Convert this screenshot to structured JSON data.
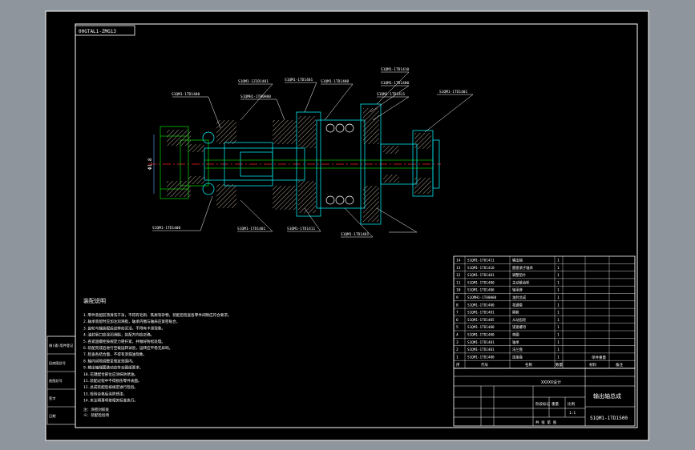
{
  "colors": {
    "viewport_bg": "#8f959c",
    "sheet_bg": "#000000",
    "line": "#ffffff",
    "part_cyan": "#00e5ee",
    "part_green": "#00c000",
    "hatch": "#b0a090",
    "center_red": "#ff2020",
    "label_yellow": "#ffff66",
    "dim_blue": "#6aa0ff"
  },
  "title_tag": "00GTAL1-ZMG13",
  "dimension": "Φ1.8",
  "callouts": [
    "S1QM1-1TD1400",
    "S1QM1-1Z1D1401",
    "S1QMH1-1T00H00",
    "S1QM1-1TD1401",
    "S1QM1-1TD1400",
    "S1QM1-1TD1410",
    "S1QM1-1TD1400",
    "S1QM1-1TD1411",
    "S1QM1-1TD1401",
    "S1QM1-1TD1400",
    "S1QM1-1TD1401",
    "S1QM1-1TD1411",
    "S1QM1-1TD1401"
  ],
  "notes_title": "装配说明",
  "notes": [
    "1.零件装配前须清洗干净，不得有毛刺、铁屑等杂物，装配后检查各零件间隙应符合要求。",
    "2.轴承装配时应加注润滑脂，轴承内圈与轴肩应紧密贴合。",
    "3.齿轮与轴装配后应转动灵活，不得有卡滞现象。",
    "4.油封唇口应涂润滑脂，装配方向应正确。",
    "5.各紧固螺栓按规定力矩拧紧，并做好防松处理。",
    "6.装配完成后进行空载运转试验，运转应平稳无异响。",
    "7.检查各结合面，不得有渗漏油现象。",
    "8.轴向间隙调整至规定范围内。",
    "9.输出轴端面跳动应符合图纸要求。",
    "10.花键配合部位应涂抹防锈油。",
    "11.装配过程中不得损伤零件表面。",
    "12.总成装配后按规定进行检验。",
    "13.检验合格后涂防锈漆。",
    "14.未注明事项按相关标准执行。"
  ],
  "notes_footer": "注：涂密封胶处",
  "notes_footer2": "※：装配检验项",
  "bom_rows": [
    {
      "num": "14",
      "code": "S1QM1-1TD1411",
      "name": "输出轴",
      "qty": "1"
    },
    {
      "num": "13",
      "code": "S1QM1-1TD1410",
      "name": "圆锥滚子轴承",
      "qty": "1"
    },
    {
      "num": "12",
      "code": "S1QM1-1TD1401",
      "name": "调整垫片",
      "qty": "1"
    },
    {
      "num": "11",
      "code": "S1QM1-1TD1400",
      "name": "主动锥齿轮",
      "qty": "1"
    },
    {
      "num": "10",
      "code": "S1QM1-1TD1406",
      "name": "轴承座",
      "qty": "1"
    },
    {
      "num": "9",
      "code": "S1QMH1-1T00H00",
      "name": "油封总成",
      "qty": "1"
    },
    {
      "num": "8",
      "code": "S1QM1-1TD1400",
      "name": "花键套",
      "qty": "1"
    },
    {
      "num": "7",
      "code": "S1QM1-1TD1401",
      "name": "隔套",
      "qty": "1"
    },
    {
      "num": "6",
      "code": "S1QM1-1TD1405",
      "name": "从动齿轮",
      "qty": "1"
    },
    {
      "num": "5",
      "code": "S1QM1-1TD1400",
      "name": "锁紧螺母",
      "qty": "1"
    },
    {
      "num": "4",
      "code": "S1QM1-1TD1400",
      "name": "垫圈",
      "qty": "1"
    },
    {
      "num": "3",
      "code": "S1QM1-1TD1401",
      "name": "轴承",
      "qty": "1"
    },
    {
      "num": "2",
      "code": "S1QM1-1TD1401",
      "name": "法兰盘",
      "qty": "1"
    },
    {
      "num": "1",
      "code": "S1QM1-1TD1400",
      "name": "连接盘",
      "qty": "1"
    }
  ],
  "bom_header": {
    "num": "序",
    "code": "代号",
    "name": "名称",
    "qty": "数量",
    "material": "材料",
    "mass": "单件重量",
    "note": "备注"
  },
  "title_block": {
    "company": "XXXXX设计",
    "drawing_title": "输出轴总成",
    "drawing_number": "S1QM1-1TD1500",
    "scale": "1:1",
    "sheet": "共 张 第 张",
    "stage": "阶段标记",
    "weight": "重量",
    "scale_label": "比例"
  },
  "left_strip": [
    "借(通)用件登记",
    "旧底图总号",
    "底图总号",
    "签字",
    "日期"
  ]
}
